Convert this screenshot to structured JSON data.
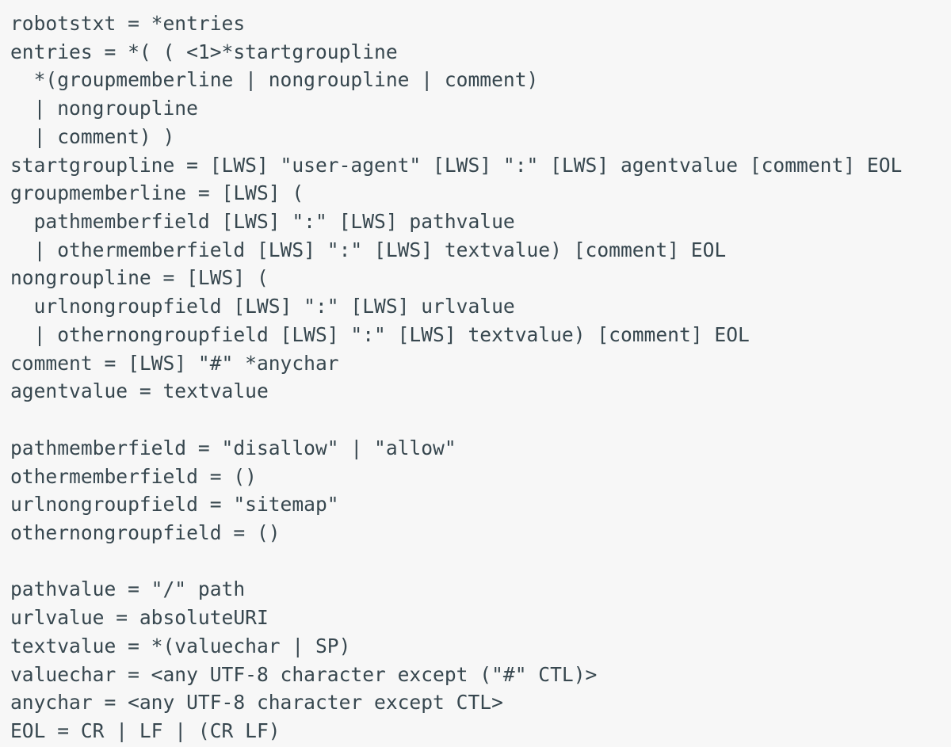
{
  "code_block": {
    "lines": [
      "robotstxt = *entries",
      "entries = *( ( <1>*startgroupline",
      "  *(groupmemberline | nongroupline | comment)",
      "  | nongroupline",
      "  | comment) )",
      "startgroupline = [LWS] \"user-agent\" [LWS] \":\" [LWS] agentvalue [comment] EOL",
      "groupmemberline = [LWS] (",
      "  pathmemberfield [LWS] \":\" [LWS] pathvalue",
      "  | othermemberfield [LWS] \":\" [LWS] textvalue) [comment] EOL",
      "nongroupline = [LWS] (",
      "  urlnongroupfield [LWS] \":\" [LWS] urlvalue",
      "  | othernongroupfield [LWS] \":\" [LWS] textvalue) [comment] EOL",
      "comment = [LWS] \"#\" *anychar",
      "agentvalue = textvalue",
      "",
      "pathmemberfield = \"disallow\" | \"allow\"",
      "othermemberfield = ()",
      "urlnongroupfield = \"sitemap\"",
      "othernongroupfield = ()",
      "",
      "pathvalue = \"/\" path",
      "urlvalue = absoluteURI",
      "textvalue = *(valuechar | SP)",
      "valuechar = <any UTF-8 character except (\"#\" CTL)>",
      "anychar = <any UTF-8 character except CTL>",
      "EOL = CR | LF | (CR LF)"
    ]
  }
}
